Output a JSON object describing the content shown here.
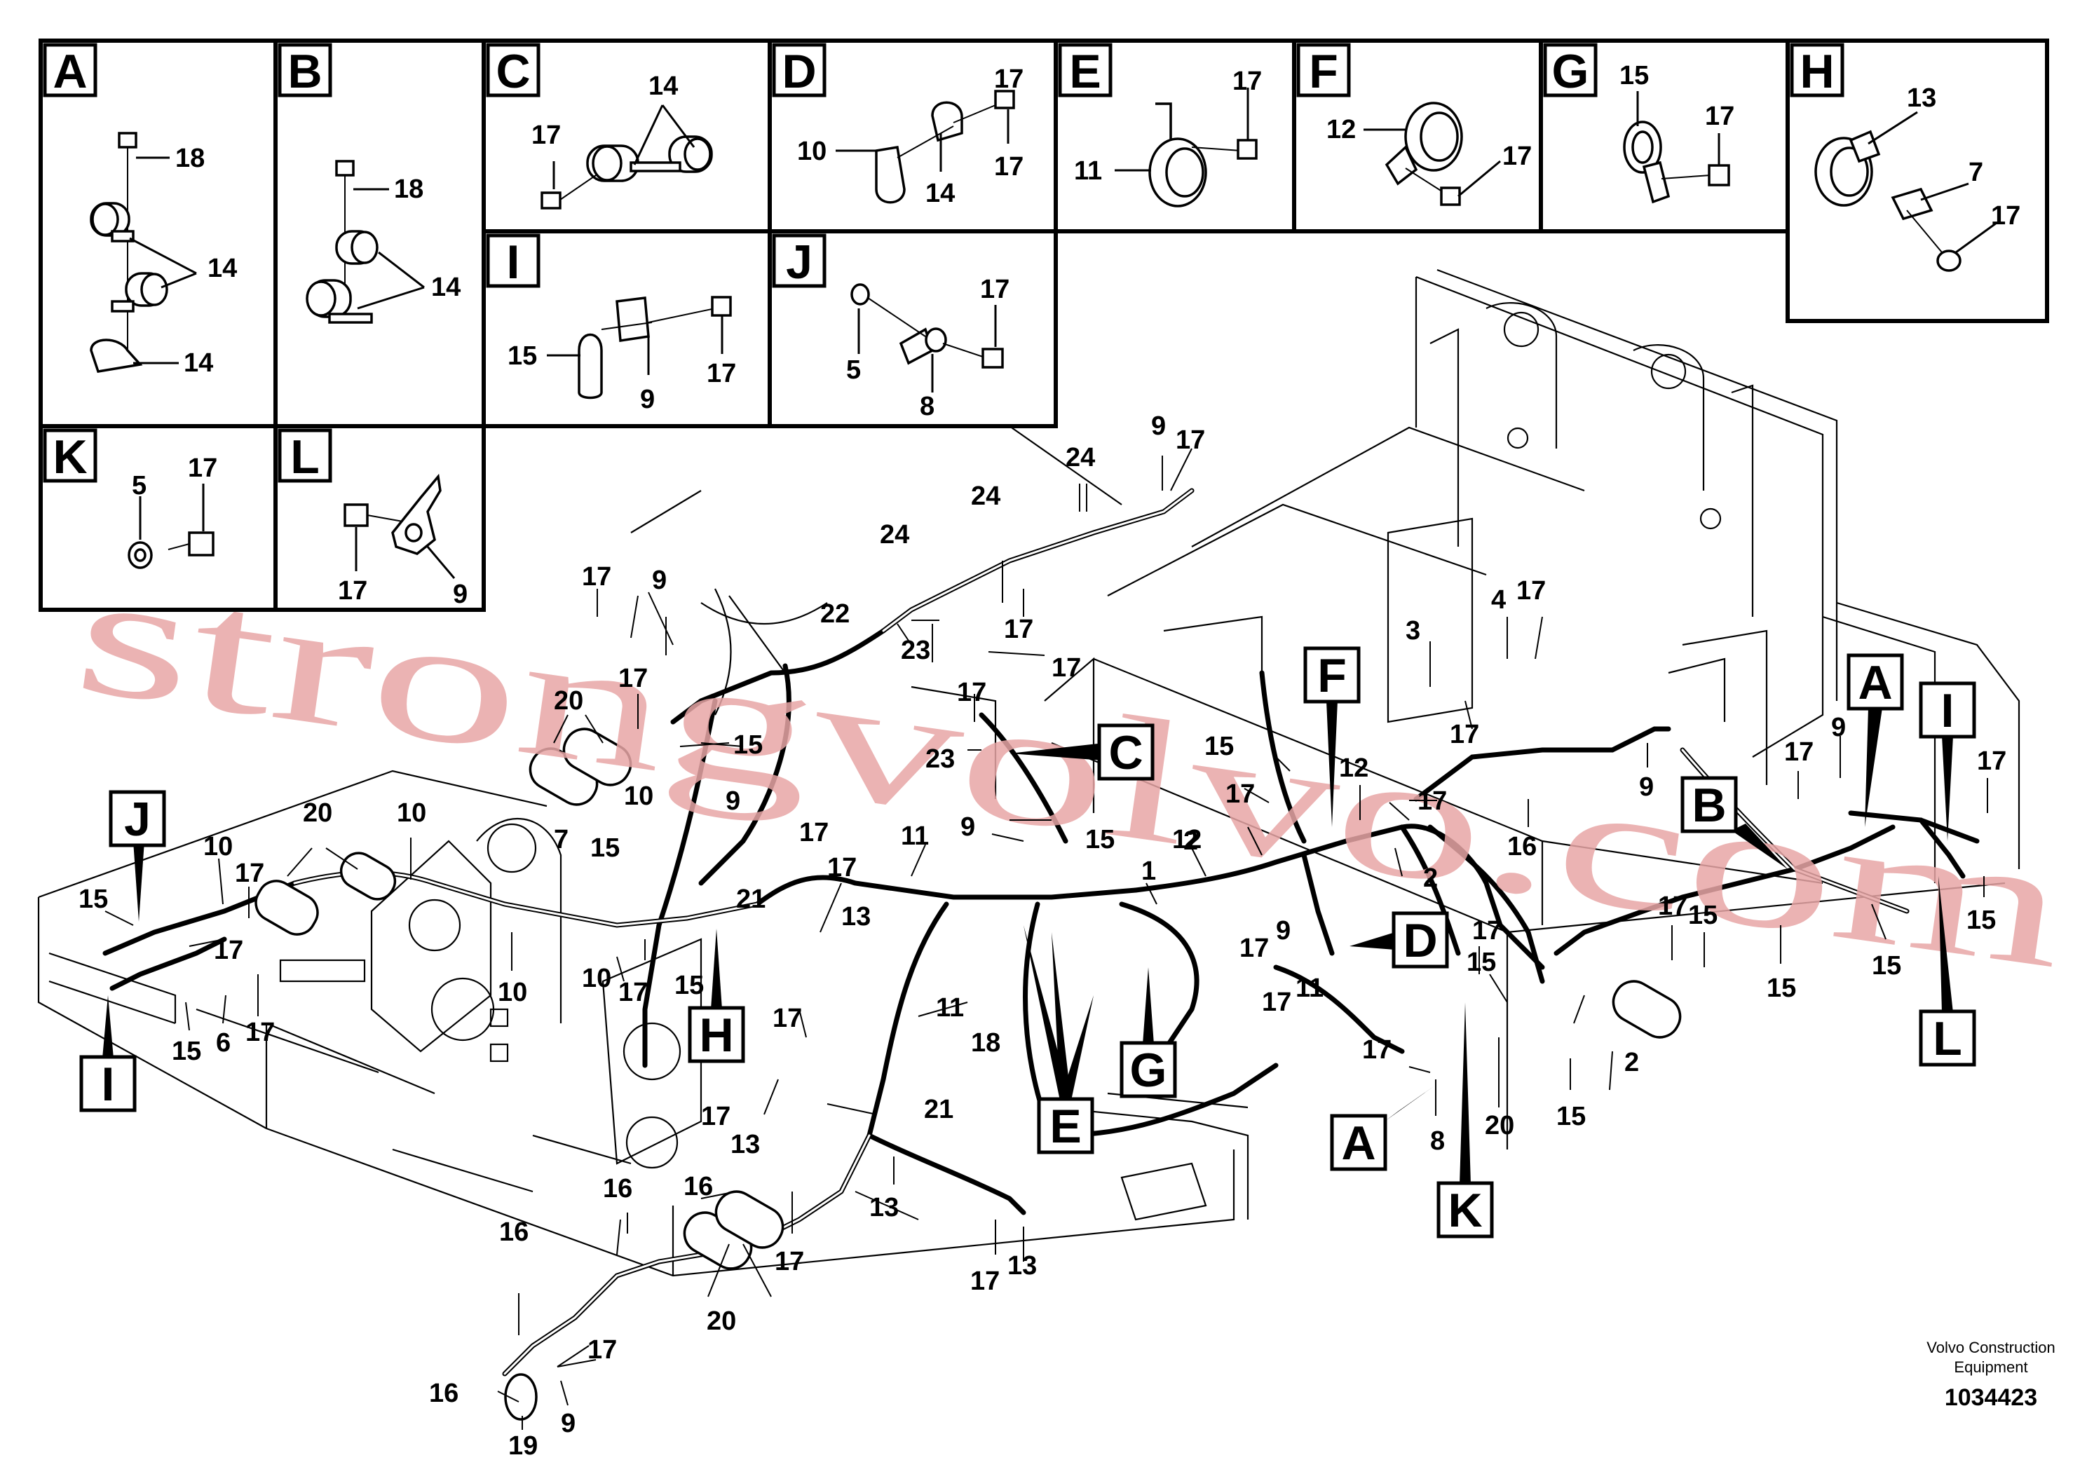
{
  "detail_panels": [
    {
      "letter": "A",
      "labels": [
        "18",
        "14",
        "14"
      ]
    },
    {
      "letter": "B",
      "labels": [
        "18",
        "14"
      ]
    },
    {
      "letter": "C",
      "labels": [
        "14",
        "17"
      ]
    },
    {
      "letter": "D",
      "labels": [
        "10",
        "17",
        "14",
        "17"
      ]
    },
    {
      "letter": "E",
      "labels": [
        "17",
        "11"
      ]
    },
    {
      "letter": "F",
      "labels": [
        "12",
        "17"
      ]
    },
    {
      "letter": "G",
      "labels": [
        "15",
        "17"
      ]
    },
    {
      "letter": "H",
      "labels": [
        "13",
        "7",
        "17"
      ]
    },
    {
      "letter": "I",
      "labels": [
        "15",
        "9",
        "17"
      ]
    },
    {
      "letter": "J",
      "labels": [
        "17",
        "5",
        "8"
      ]
    },
    {
      "letter": "K",
      "labels": [
        "5",
        "17"
      ]
    },
    {
      "letter": "L",
      "labels": [
        "17",
        "9"
      ]
    }
  ],
  "callout_boxes": [
    "A",
    "B",
    "C",
    "D",
    "E",
    "F",
    "G",
    "H",
    "I",
    "J",
    "K",
    "L",
    "I",
    "A"
  ],
  "part_numbers": [
    "1",
    "2",
    "3",
    "4",
    "5",
    "6",
    "7",
    "8",
    "9",
    "10",
    "11",
    "12",
    "13",
    "14",
    "15",
    "16",
    "17",
    "18",
    "19",
    "20",
    "21",
    "22",
    "23",
    "24"
  ],
  "watermark": "strongvolvo.com",
  "credit": {
    "line1": "Volvo Construction",
    "line2": "Equipment"
  },
  "drawing_number": "1034423"
}
